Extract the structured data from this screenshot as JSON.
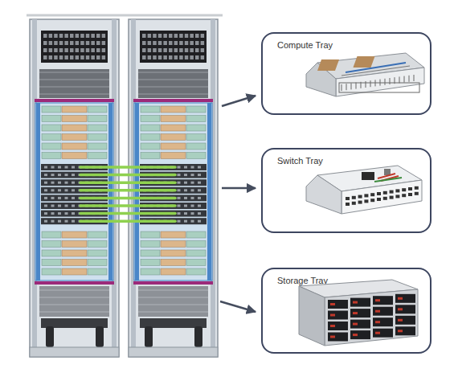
{
  "diagram": {
    "nodes": [
      {
        "text": [
          "Compute Tray"
        ]
      },
      {
        "text": [
          "Switch Tray"
        ]
      },
      {
        "text": [
          "Storage Tray"
        ]
      }
    ]
  }
}
